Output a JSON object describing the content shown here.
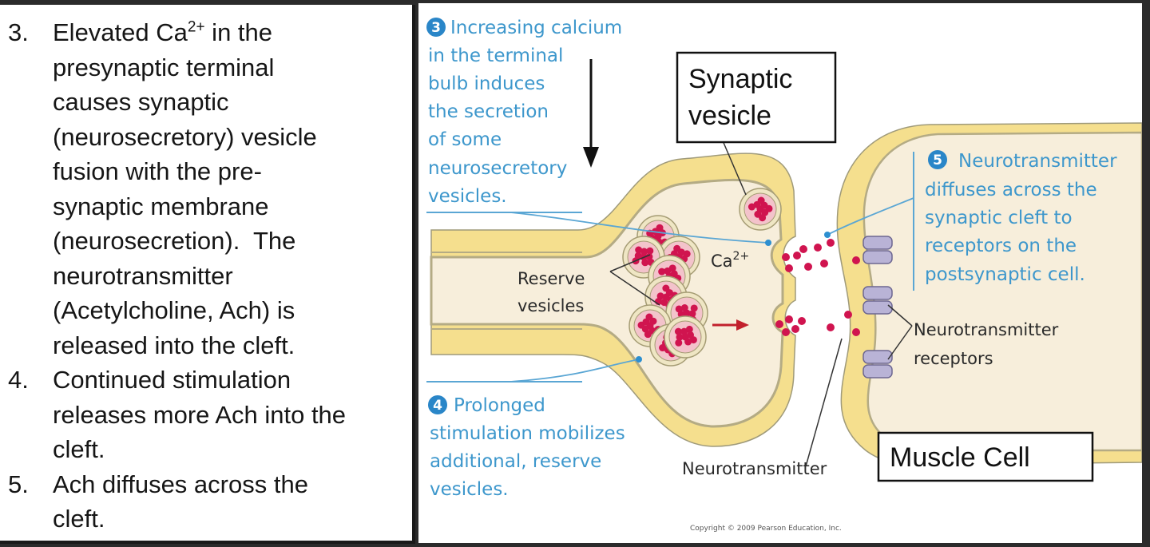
{
  "left_panel": {
    "steps": [
      {
        "number": "3.",
        "lines": [
          [
            "Elevated Ca",
            "2+",
            " in the"
          ],
          "presynaptic terminal",
          "causes synaptic",
          "(neurosecretory) vesicle",
          "fusion with the pre-",
          "synaptic membrane",
          "(neurosecretion).  The",
          "neurotransmitter",
          "(Acetylcholine, Ach) is",
          "released into the cleft."
        ]
      },
      {
        "number": "4.",
        "lines": [
          "Continued stimulation",
          "releases more Ach into the",
          "cleft."
        ]
      },
      {
        "number": "5.",
        "lines": [
          "Ach diffuses across the",
          "cleft."
        ]
      }
    ]
  },
  "diagram": {
    "colors": {
      "annotation_blue": "#3d97cc",
      "membrane_yellow": "#f5df8e",
      "cytoplasm_cream": "#f7eedb",
      "vesicle_magenta": "#d0144f",
      "receptor_lavender": "#b9b3d6"
    },
    "callouts": {
      "step3": {
        "badge": "3",
        "lines": [
          "Increasing calcium",
          "in the terminal",
          "bulb induces",
          "the secretion",
          "of some",
          "neurosecretory",
          "vesicles."
        ]
      },
      "step4": {
        "badge": "4",
        "lines": [
          "Prolonged",
          "stimulation mobilizes",
          "additional, reserve",
          "vesicles."
        ]
      },
      "step5": {
        "badge": "5",
        "lines": [
          "Neurotransmitter",
          "diffuses across the",
          "synaptic cleft to",
          "receptors on the",
          "postsynaptic cell."
        ]
      }
    },
    "labels": {
      "synaptic_vesicle": [
        "Synaptic",
        "vesicle"
      ],
      "reserve_vesicles": [
        "Reserve",
        "vesicles"
      ],
      "calcium": [
        "Ca",
        "2+"
      ],
      "neurotransmitter": "Neurotransmitter",
      "receptors": [
        "Neurotransmitter",
        "receptors"
      ],
      "muscle_cell": "Muscle Cell"
    },
    "copyright": "Copyright © 2009 Pearson Education, Inc."
  }
}
